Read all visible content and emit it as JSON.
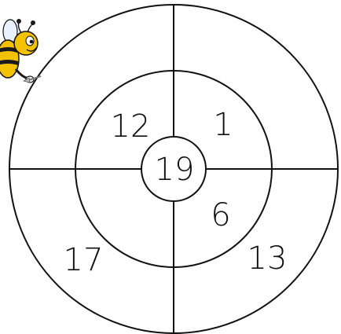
{
  "figure": {
    "type": "target",
    "regions": {
      "outer_ring": {
        "top_left": "",
        "top_right": "",
        "bottom_left": "17",
        "bottom_right": "13"
      },
      "middle_ring": {
        "top_left": "12",
        "top_right": "1",
        "bottom_left": "",
        "bottom_right": "6"
      },
      "bullseye": "19"
    },
    "mascot": {
      "icon": "bee-with-dart-icon"
    },
    "colors": {
      "lines": "#111111",
      "background": "#ffffff",
      "bee_yellow": "#f2c200",
      "bee_black": "#1a1a1a"
    }
  }
}
